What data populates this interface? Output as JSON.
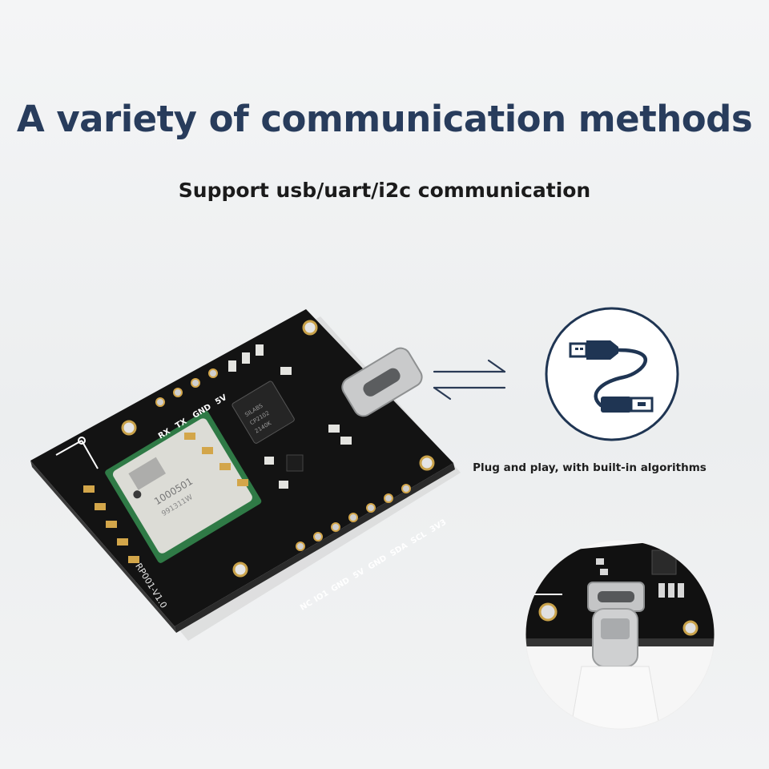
{
  "heading": {
    "title": "A variety of communication methods",
    "subtitle": "Support usb/uart/i2c communication"
  },
  "usb_panel": {
    "caption": "Plug and play, with built-in algorithms",
    "icon": "usb-cable-icon",
    "arrows_icon": "bidirectional-arrows-icon"
  },
  "board": {
    "uart_pins": [
      "RX",
      "TX",
      "GND",
      "5V"
    ],
    "bottom_pins": [
      "NC",
      "IO1",
      "GND",
      "5V",
      "GND",
      "SDA",
      "SCL",
      "3V3"
    ],
    "chip_marking": [
      "SILABS",
      "CP2102",
      "2140K"
    ],
    "module_marking": [
      "1000501",
      "991311W"
    ],
    "version": "RP001-V1.0"
  },
  "colors": {
    "title": "#283c5c",
    "icon_navy": "#1f3553",
    "pcb": "#121212",
    "module": "#dcdcd6",
    "gold": "#d3a64a"
  }
}
